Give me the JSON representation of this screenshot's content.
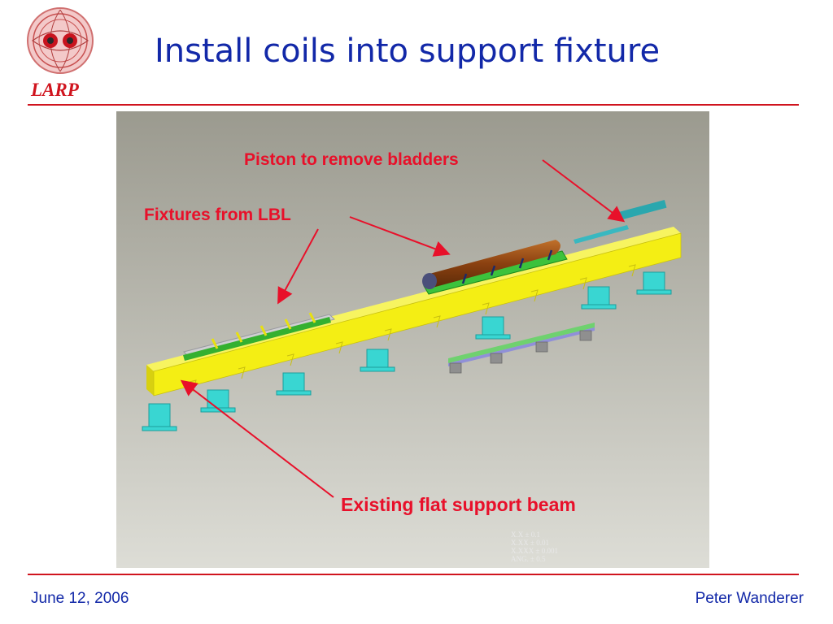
{
  "slide": {
    "title": "Install coils into support fixture",
    "logo_text": "LARP"
  },
  "figure": {
    "callouts": {
      "piston": "Piston to remove bladders",
      "fixtures": "Fixtures from LBL",
      "beam": "Existing flat support beam"
    },
    "tolerance_block": [
      "X.X    ± 0.1",
      "X.XX   ± 0.01",
      "X.XXX  ± 0.001",
      "ANG.   ± 0.5"
    ]
  },
  "footer": {
    "date": "June 12, 2006",
    "author": "Peter Wanderer"
  },
  "colors": {
    "title_blue": "#1228a8",
    "accent_red": "#d0141e",
    "callout_red": "#e8102a",
    "beam_yellow": "#f4ee14",
    "support_cyan": "#39d6d2",
    "fixture_green": "#3cc23c",
    "coil_brown": "#9a4a14"
  }
}
